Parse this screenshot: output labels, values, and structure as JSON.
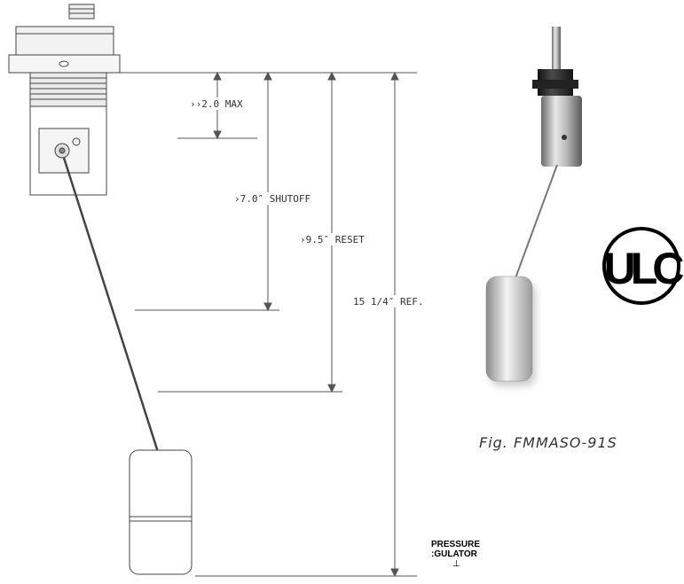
{
  "dimensions": {
    "max": "››2.0 MAX",
    "shutoff": "›7.0″ SHUTOFF",
    "reset": "›9.5″ RESET",
    "ref": "15 1/4″ REF."
  },
  "figure": {
    "caption": "Fig. FMMASO-91S"
  },
  "badge": {
    "text": "ULC"
  },
  "regulator": {
    "line1": "PRESSURE",
    "line2": ":GULATOR",
    "symbol": "⊥"
  }
}
